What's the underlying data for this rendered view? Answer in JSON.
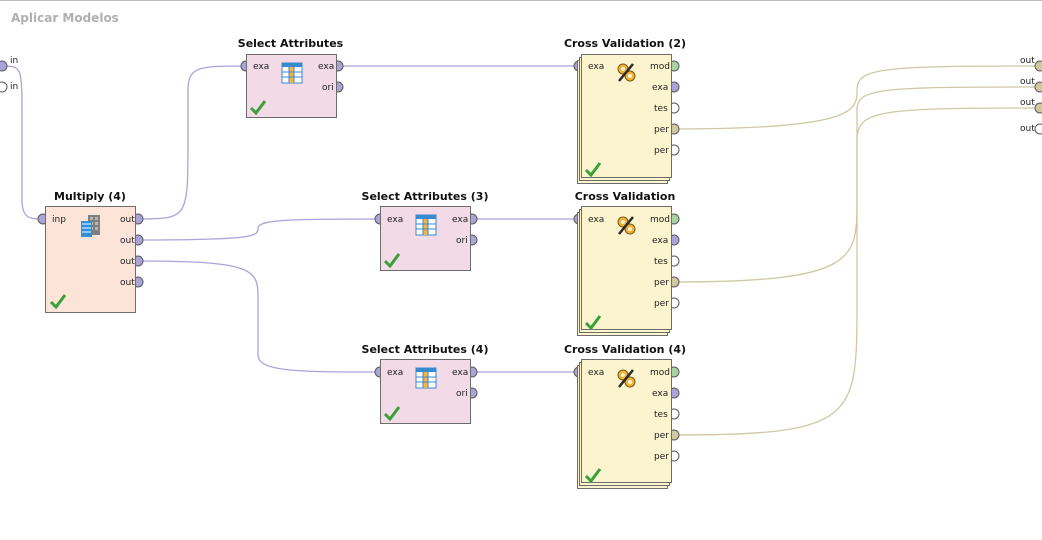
{
  "process": {
    "title": "Aplicar Modelos"
  },
  "colors": {
    "example_port": "#a9a4d9",
    "performance_port": "#cfc8a1",
    "model_port": "#a6d3a1",
    "empty_port": "#ffffff",
    "example_wire": "#a9a4d9",
    "performance_wire": "#cfc8a1",
    "check": "#3aa03a"
  },
  "process_ports": {
    "inputs": [
      "in",
      "in"
    ],
    "outputs": [
      "out",
      "out",
      "out",
      "out"
    ]
  },
  "operators": {
    "multiply": {
      "title": "Multiply (4)",
      "icon": "multiply-icon",
      "inputs": [
        "inp"
      ],
      "outputs": [
        "out",
        "out",
        "out",
        "out"
      ]
    },
    "select1": {
      "title": "Select Attributes",
      "icon": "table-icon",
      "inputs": [
        "exa"
      ],
      "outputs": [
        "exa",
        "ori"
      ]
    },
    "select3": {
      "title": "Select Attributes (3)",
      "icon": "table-icon",
      "inputs": [
        "exa"
      ],
      "outputs": [
        "exa",
        "ori"
      ]
    },
    "select4": {
      "title": "Select Attributes (4)",
      "icon": "table-icon",
      "inputs": [
        "exa"
      ],
      "outputs": [
        "exa",
        "ori"
      ]
    },
    "cv2": {
      "title": "Cross Validation (2)",
      "icon": "percent-icon",
      "inputs": [
        "exa"
      ],
      "outputs": [
        "mod",
        "exa",
        "tes",
        "per",
        "per"
      ]
    },
    "cv1": {
      "title": "Cross Validation",
      "icon": "percent-icon",
      "inputs": [
        "exa"
      ],
      "outputs": [
        "mod",
        "exa",
        "tes",
        "per",
        "per"
      ]
    },
    "cv4": {
      "title": "Cross Validation (4)",
      "icon": "percent-icon",
      "inputs": [
        "exa"
      ],
      "outputs": [
        "mod",
        "exa",
        "tes",
        "per",
        "per"
      ]
    }
  }
}
